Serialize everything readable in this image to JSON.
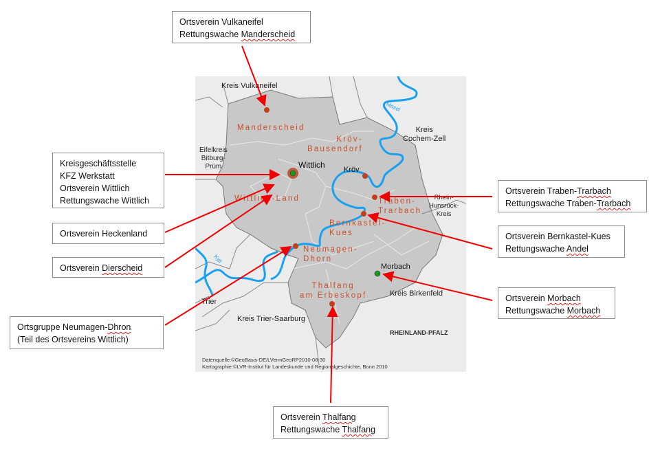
{
  "callouts": {
    "vulkaneifel": [
      [
        {
          "t": "Ortsverein Vulkaneifel"
        }
      ],
      [
        {
          "t": "Rettungswache "
        },
        {
          "t": "Manderscheid",
          "sq": true
        }
      ]
    ],
    "wittlich": [
      [
        {
          "t": "Kreisgeschäftsstelle"
        }
      ],
      [
        {
          "t": "KFZ Werkstatt"
        }
      ],
      [
        {
          "t": "Ortsverein Wittlich"
        }
      ],
      [
        {
          "t": "Rettungswache Wittlich"
        }
      ]
    ],
    "heckenland": [
      [
        {
          "t": "Ortsverein Heckenland"
        }
      ]
    ],
    "dierscheid": [
      [
        {
          "t": "Ortsverein "
        },
        {
          "t": "Dierscheid",
          "sq": true
        }
      ]
    ],
    "neumagen": [
      [
        {
          "t": "Ortsgruppe Neumagen-"
        },
        {
          "t": "Dhron",
          "sq": true
        }
      ],
      [
        {
          "t": "(Teil des Ortsvereins Wittlich)"
        }
      ]
    ],
    "traben": [
      [
        {
          "t": "Ortsverein Traben-"
        },
        {
          "t": "Trarbach",
          "sq": true
        }
      ],
      [
        {
          "t": "Rettungswache Traben-"
        },
        {
          "t": "Trarbach",
          "sq": true
        }
      ]
    ],
    "bernkastel": [
      [
        {
          "t": "Ortsverein Bernkastel-Kues"
        }
      ],
      [
        {
          "t": "Rettungswache "
        },
        {
          "t": "Andel",
          "sq": true
        }
      ]
    ],
    "morbach": [
      [
        {
          "t": "Ortsverein "
        },
        {
          "t": "Morbach",
          "sq": true
        }
      ],
      [
        {
          "t": "Rettungswache "
        },
        {
          "t": "Morbach",
          "sq": true
        }
      ]
    ],
    "thalfang": [
      [
        {
          "t": "Ortsverein "
        },
        {
          "t": "Thalfang",
          "sq": true
        }
      ],
      [
        {
          "t": "Rettungswache "
        },
        {
          "t": "Thalfang",
          "sq": true
        }
      ]
    ]
  },
  "map": {
    "regions": {
      "vulkaneifel": "Kreis Vulkaneifel",
      "bitburg": [
        "Eifelkreis",
        "Bitburg-",
        "Prüm"
      ],
      "cochem": [
        "Kreis",
        "Cochem-Zell"
      ],
      "hunsrueck": [
        "Rhein-",
        "Hunsrück-",
        "Kreis"
      ],
      "birkenfeld": "Kreis Birkenfeld",
      "trier_saarburg": "Kreis Trier-Saarburg",
      "trier": "Trier",
      "state": "RHEINLAND-PFALZ"
    },
    "towns": {
      "manderscheid": "Manderscheid",
      "kroev_bausendorf": [
        "Kröv-",
        "Bausendorf"
      ],
      "wittlich_land": "Wittlich-Land",
      "traben": [
        "Traben-",
        "Trarbach"
      ],
      "bernkastel": [
        "Bernkastel-",
        "Kues"
      ],
      "neumagen": [
        "Neumagen-",
        "Dhorn"
      ],
      "thalfang": [
        "Thalfang",
        "am Erbeskopf"
      ]
    },
    "places": {
      "wittlich": "Wittlich",
      "kroev": "Kröv",
      "morbach": "Morbach"
    },
    "rivers": {
      "mosel": "Mosel",
      "kyll": "Kyll"
    },
    "source": [
      "Datenquelle:©GeoBasis-DE/LVermGeoRP2010-08-30",
      "Kartographie:©LVR-Institut für Landeskunde und Regionalgeschichte, Bonn 2010"
    ],
    "colors": {
      "district": "#c8c8c8",
      "background": "#ececec",
      "river": "#1aa0f0",
      "marker": "#c0401a",
      "green": "#1a9a1a",
      "arrow": "#f00000"
    }
  }
}
